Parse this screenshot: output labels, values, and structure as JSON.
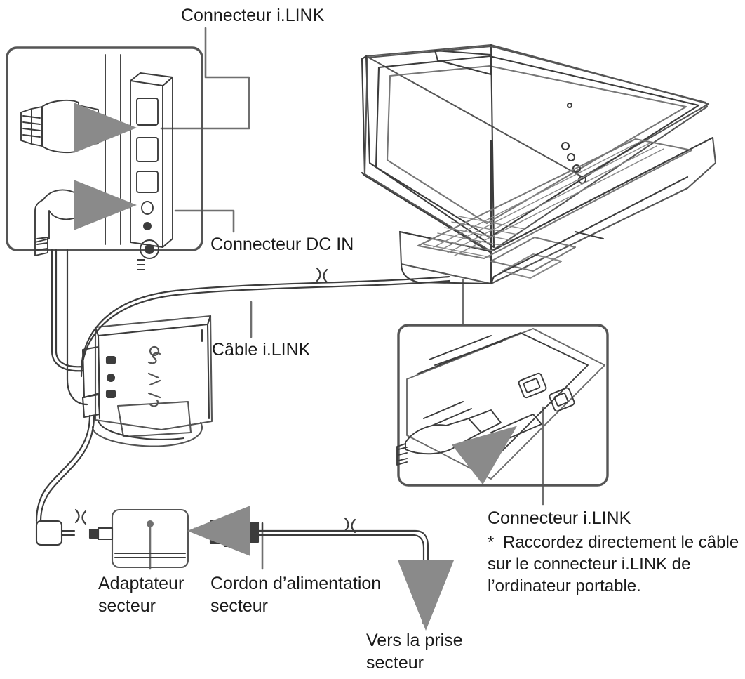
{
  "document": {
    "type": "connection-diagram",
    "subject": "Sony VAIO notebook i.LINK and power connection",
    "language": "fr"
  },
  "labels": {
    "ilink_connector_top": "Connecteur i.LINK",
    "dc_in_connector": "Connecteur DC IN",
    "ilink_cable": "Câble i.LINK",
    "ilink_connector_right": "Connecteur i.LINK",
    "ac_adapter": "Adaptateur\nsecteur",
    "power_cord": "Cordon d’alimentation\nsecteur",
    "to_wall_outlet": "Vers la prise\nsecteur"
  },
  "footnote": {
    "marker": "*",
    "text": "Raccordez directement le câble sur le connecteur i.LINK de l’ordinateur portable."
  },
  "callouts": [
    {
      "name": "port-panel-detail",
      "description": "Detail of docking station port panel with i.LINK plug and DC IN plug being inserted",
      "arrows": 2
    },
    {
      "name": "notebook-ilink-port-detail",
      "description": "Detail of notebook side i.LINK port with cable being inserted",
      "arrows": 1
    }
  ],
  "devices": {
    "notebook": "VAIO notebook computer",
    "base_unit": "VAIO vertical base unit",
    "ac_adapter": "AC power adapter brick",
    "power_cord": "AC power cord"
  },
  "colors": {
    "line": "#3c3c3c",
    "line_light": "#9a9a9a",
    "arrow": "#8a8a8a",
    "text": "#1a1a1a",
    "background": "#ffffff"
  }
}
